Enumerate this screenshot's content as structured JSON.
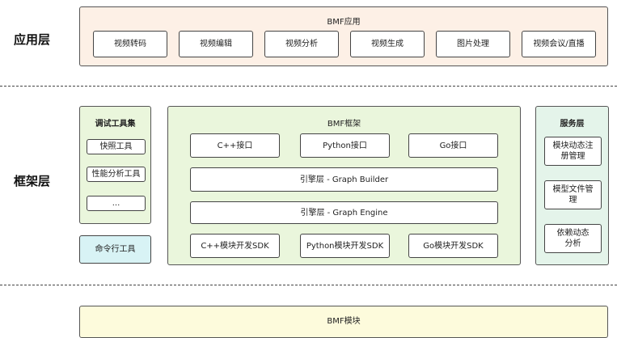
{
  "layers": {
    "app": "应用层",
    "framework": "框架层"
  },
  "app_panel": {
    "title": "BMF应用",
    "items": [
      "视频转码",
      "视频编辑",
      "视频分析",
      "视频生成",
      "图片处理",
      "视频会议/直播"
    ]
  },
  "debug_panel": {
    "title": "调试工具集",
    "items": [
      "快照工具",
      "性能分析工具",
      "..."
    ]
  },
  "cli_tool": "命令行工具",
  "framework_panel": {
    "title": "BMF框架",
    "interfaces": [
      "C++接口",
      "Python接口",
      "Go接口"
    ],
    "graph_builder": "引擎层 - Graph Builder",
    "graph_engine": "引擎层 - Graph Engine",
    "sdks": [
      "C++模块开发SDK",
      "Python模块开发SDK",
      "Go模块开发SDK"
    ]
  },
  "service_panel": {
    "title": "服务层",
    "items": [
      "模块动态注册管理",
      "模型文件管理",
      "依赖动态分析"
    ]
  },
  "module_panel": {
    "title": "BMF模块"
  },
  "colors": {
    "app_fill": "#fdf0e6",
    "green_fill": "#eaf6dc",
    "service_fill": "#e4f4ea",
    "cli_fill": "#d8f3f5",
    "module_fill": "#fdfbdc"
  }
}
